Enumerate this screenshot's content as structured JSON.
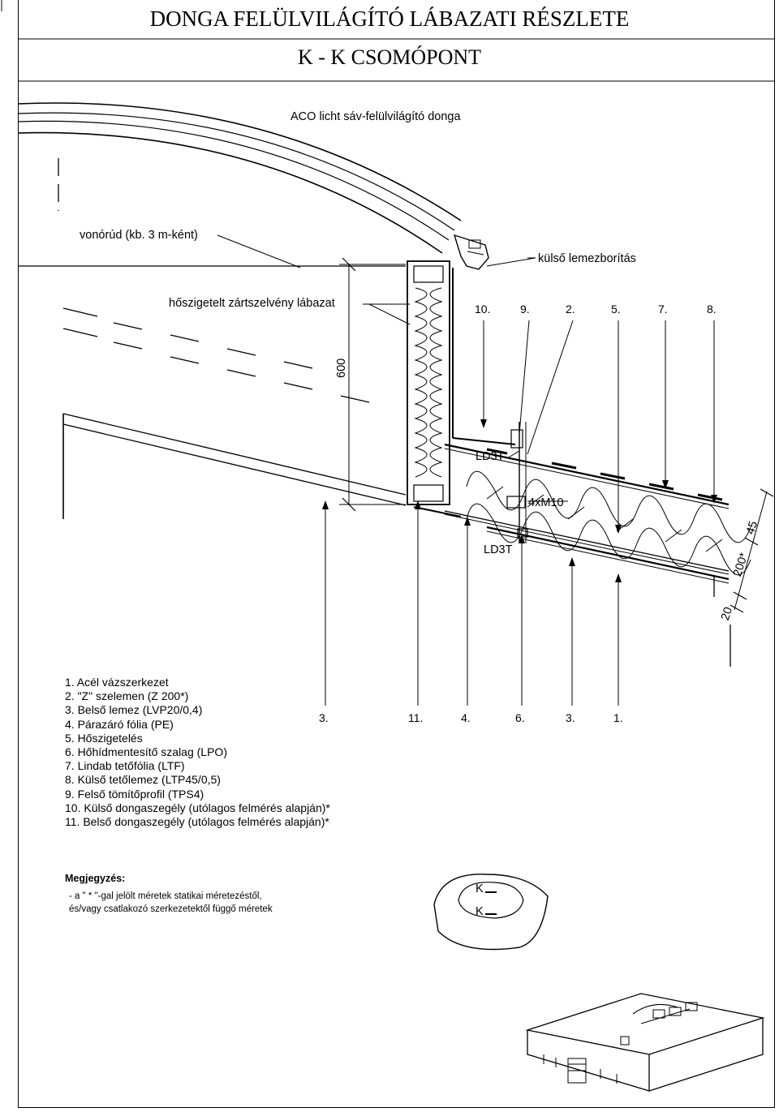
{
  "title": {
    "line1": "DONGA FELÜLVILÁGÍTÓ LÁBAZATI RÉSZLETE",
    "line2": "K - K  CSOMÓPONT"
  },
  "callouts": {
    "aco": "ACO licht sáv-felülvilágító donga",
    "tie_rod": "vonórúd (kb. 3 m-ként)",
    "outer_flashing": "külső lemezborítás",
    "base": "hőszigetelt zártszelvény lábazat",
    "ld3t_upper": "LD3T",
    "ld3t_lower": "LD3T",
    "bolts": "4xM10"
  },
  "top_numbers": [
    "10.",
    "9.",
    "2.",
    "5.",
    "7.",
    "8."
  ],
  "bottom_numbers": [
    "3.",
    "11.",
    "4.",
    "6.",
    "3.",
    "1."
  ],
  "dimensions": {
    "height": "600",
    "d45": "45",
    "d200": "200*",
    "d20": "20"
  },
  "legend": [
    "1.  Acél vázszerkezet",
    "2.  \"Z\" szelemen (Z 200*)",
    "3.  Belső lemez (LVP20/0,4)",
    "4.  Párazáró fólia (PE)",
    "5.  Hőszigetelés",
    "6.  Hőhídmentesítő szalag (LPO)",
    "7.  Lindab tetőfólia (LTF)",
    "8.  Külső tetőlemez (LTP45/0,5)",
    "9.  Felső tömítőprofil (TPS4)",
    "10. Külső dongaszegély (utólagos felmérés alapján)*",
    "11. Belső dongaszegély (utólagos felmérés alapján)*"
  ],
  "note": {
    "title": "Megjegyzés:",
    "line1": "- a \" * \"-gal jelölt méretek statikai méretezéstől,",
    "line2": "  és/vagy csatlakozó szerkezetektől függő méretek"
  },
  "section_marks": [
    "K",
    "K"
  ]
}
